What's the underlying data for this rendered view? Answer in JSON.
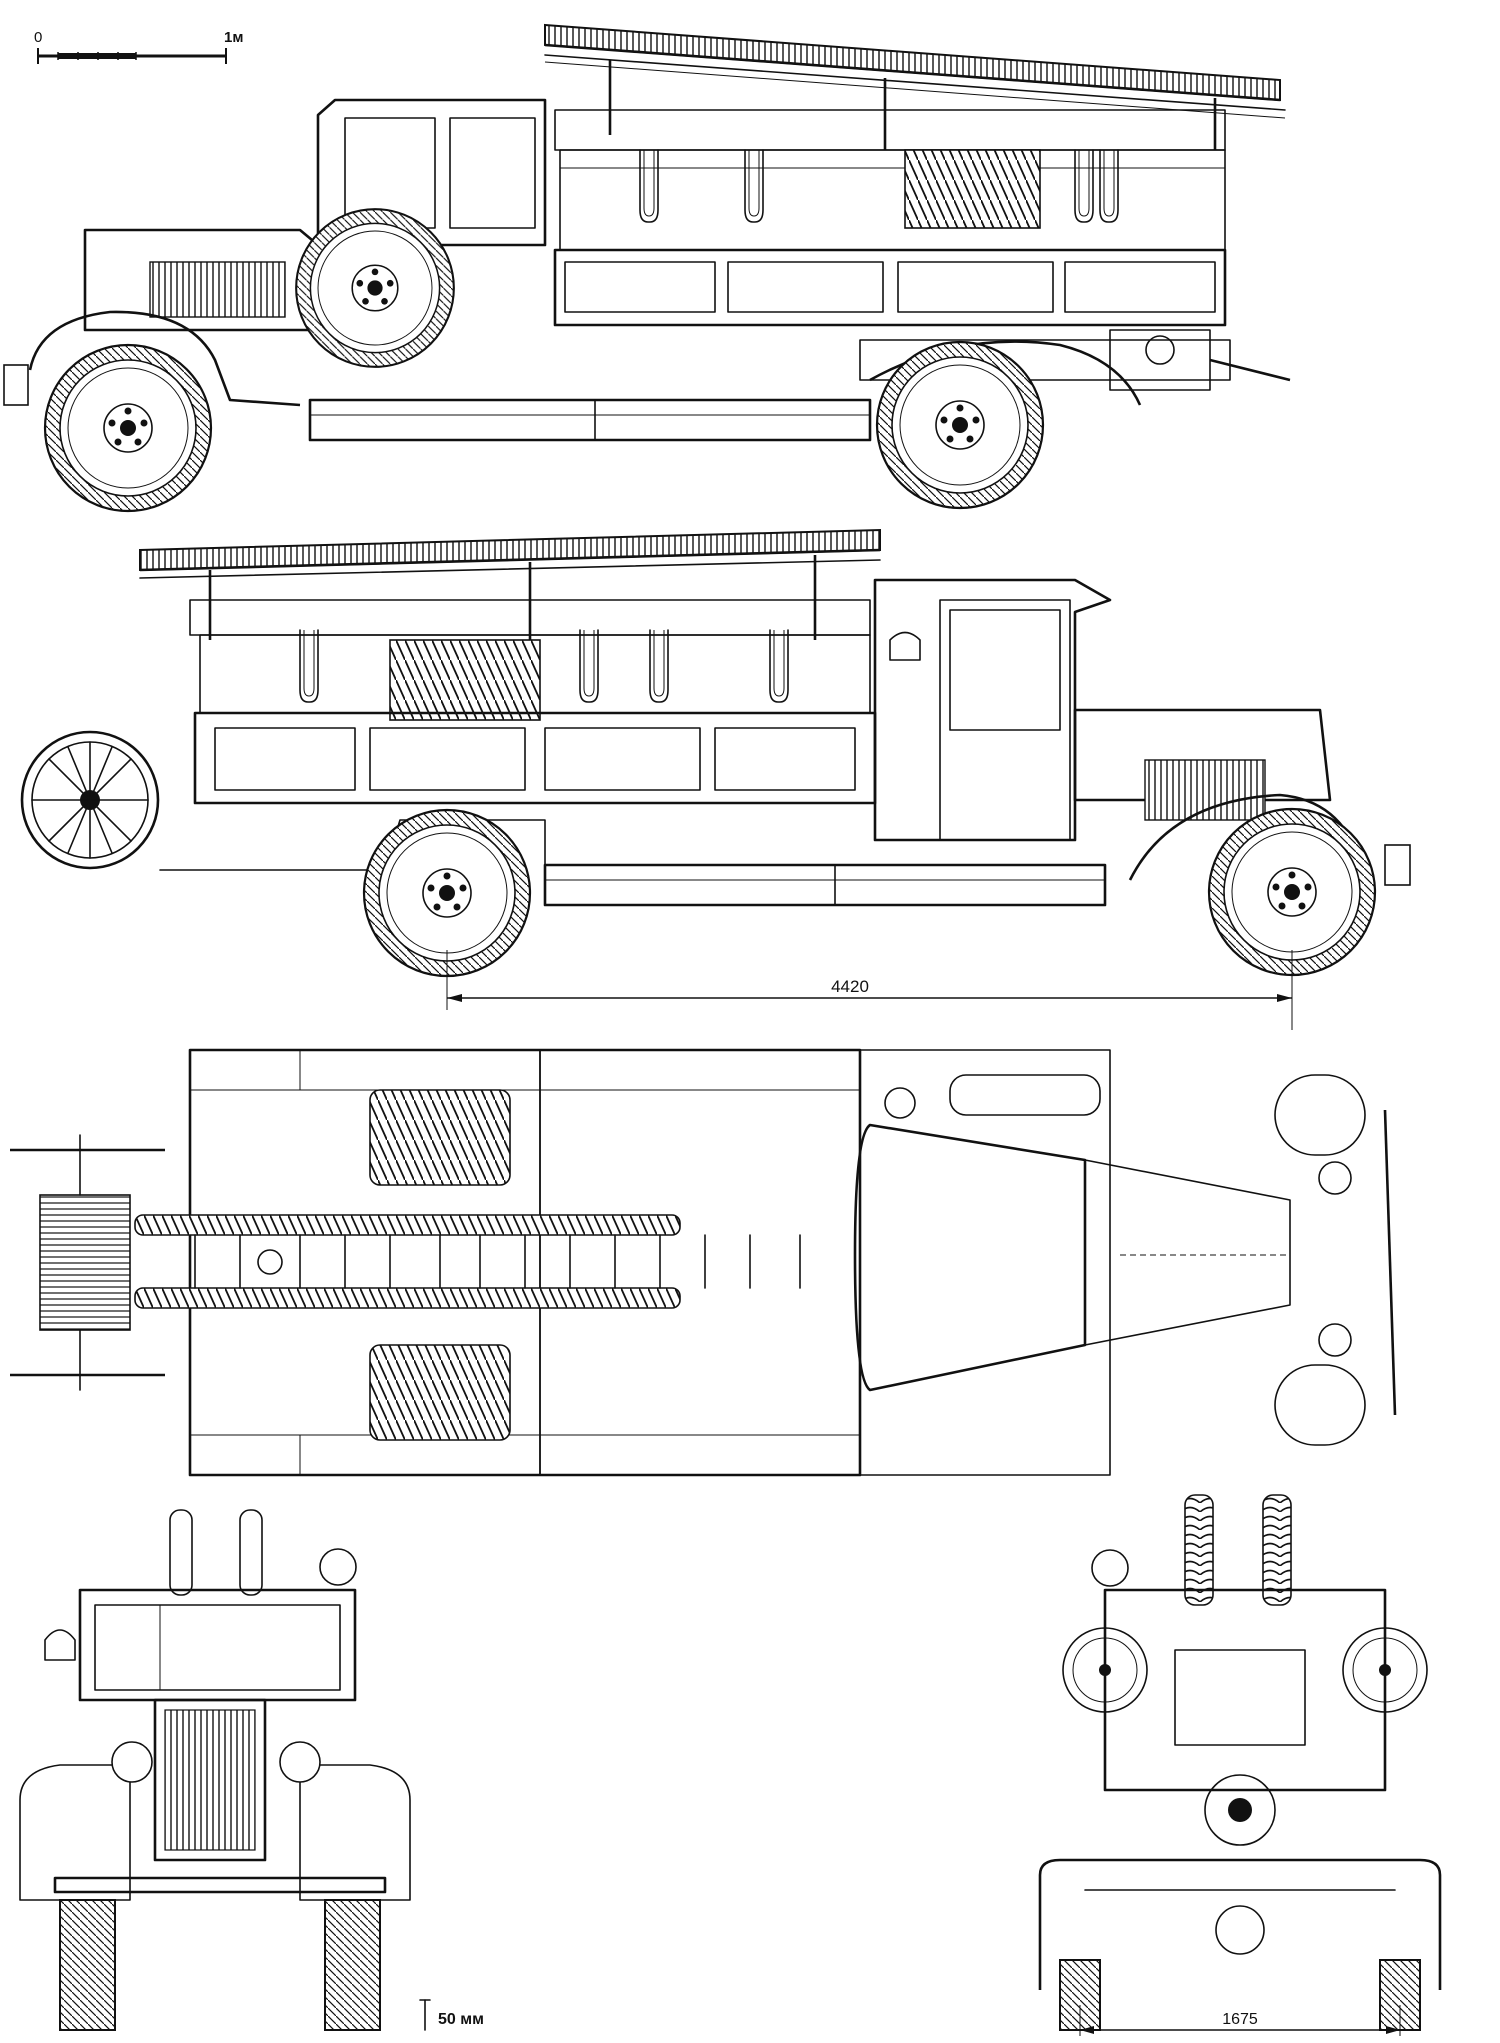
{
  "scale_bar": {
    "start_label": "0",
    "end_label": "1м"
  },
  "dimensions": {
    "wheelbase": "4420",
    "rear_track": "1675",
    "ground_clearance": "50 мм"
  }
}
